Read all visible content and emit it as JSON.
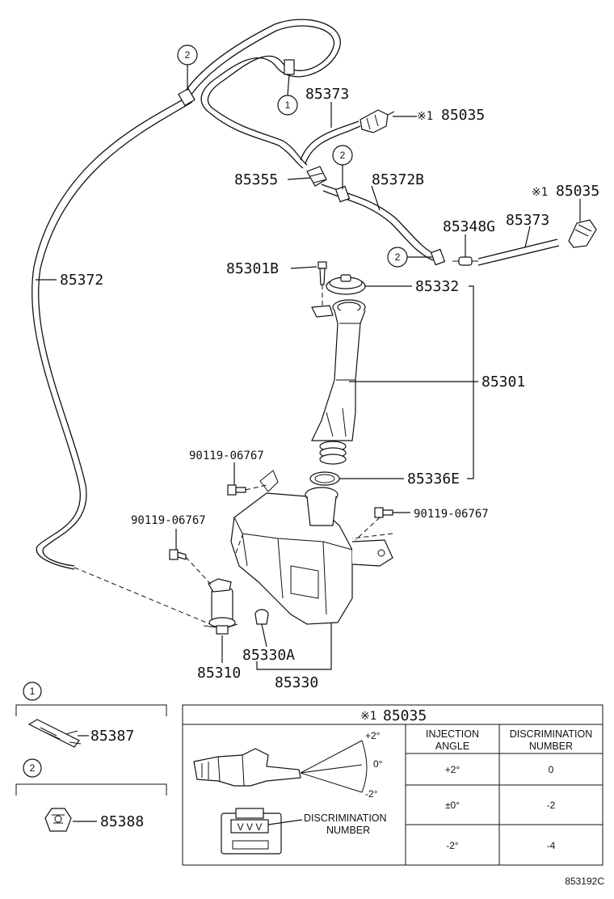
{
  "diagram": {
    "callouts": {
      "c1": "1",
      "c2": "2"
    },
    "parts": {
      "p85373_top": "85373",
      "p85035_top": "85035",
      "p85035_top_mark": "※1",
      "p85355": "85355",
      "p85372B": "85372B",
      "p85035_mid": "85035",
      "p85035_mid_mark": "※1",
      "p85348G": "85348G",
      "p85373_mid": "85373",
      "p85372": "85372",
      "p85301B": "85301B",
      "p85332": "85332",
      "p85301": "85301",
      "p90119_a": "90119-06767",
      "p85336E": "85336E",
      "p90119_b": "90119-06767",
      "p90119_c": "90119-06767",
      "p85330A": "85330A",
      "p85310": "85310",
      "p85330": "85330"
    },
    "legend": {
      "item1_part": "85387",
      "item2_part": "85388"
    },
    "table": {
      "title_mark": "※1",
      "title_part": "85035",
      "col1_header_line1": "INJECTION",
      "col1_header_line2": "ANGLE",
      "col2_header_line1": "DISCRIMINATION",
      "col2_header_line2": "NUMBER",
      "rows": [
        {
          "angle": "+2°",
          "number": "0"
        },
        {
          "angle": "±0°",
          "number": "-2"
        },
        {
          "angle": "-2°",
          "number": "-4"
        }
      ],
      "angle_plus2": "+2°",
      "angle_0": "0°",
      "angle_minus2": "-2°",
      "disc_label_line1": "DISCRIMINATION",
      "disc_label_line2": "NUMBER"
    },
    "figure_code": "853192C"
  }
}
